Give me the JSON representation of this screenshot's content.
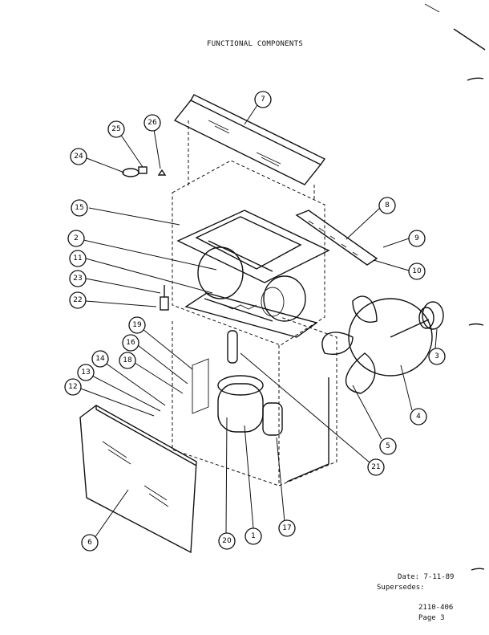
{
  "title": "FUNCTIONAL COMPONENTS",
  "callouts": [
    "1",
    "2",
    "3",
    "4",
    "5",
    "6",
    "7",
    "8",
    "9",
    "10",
    "11",
    "12",
    "13",
    "14",
    "15",
    "16",
    "17",
    "18",
    "19",
    "20",
    "21",
    "22",
    "23",
    "24",
    "25",
    "26"
  ],
  "footer": {
    "date_label": "Date:",
    "date_value": "7-11-89",
    "supersedes_label": "Supersedes:",
    "doc_number": "2110-406",
    "page": "Page 3"
  }
}
